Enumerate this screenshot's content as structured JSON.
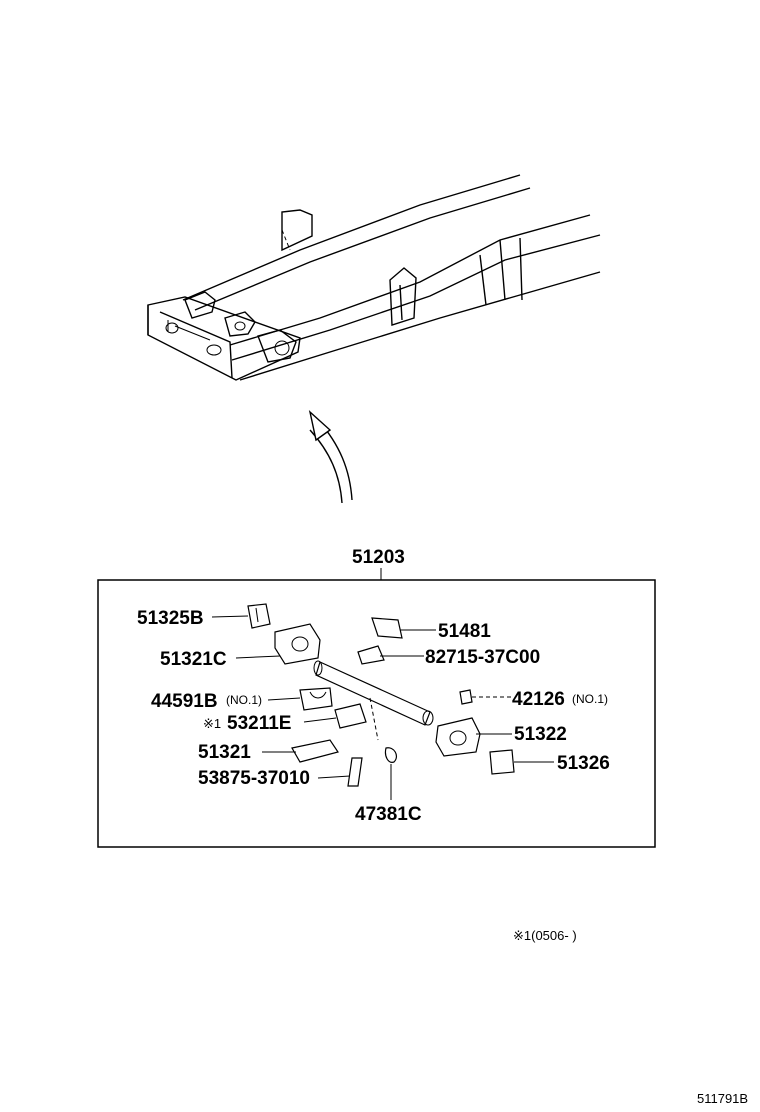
{
  "assembly_label": "51203",
  "parts": {
    "p51325B": "51325B",
    "p51321C": "51321C",
    "p44591B": "44591B",
    "p44591B_sub": "(NO.1)",
    "p53211E_mark": "※1",
    "p53211E": "53211E",
    "p51321": "51321",
    "p53875": "53875-37010",
    "p47381C": "47381C",
    "p51481": "51481",
    "p82715": "82715-37C00",
    "p42126": "42126",
    "p42126_sub": "(NO.1)",
    "p51322": "51322",
    "p51326": "51326"
  },
  "footnote": "※1(0506-      )",
  "diagram_id": "511791B"
}
